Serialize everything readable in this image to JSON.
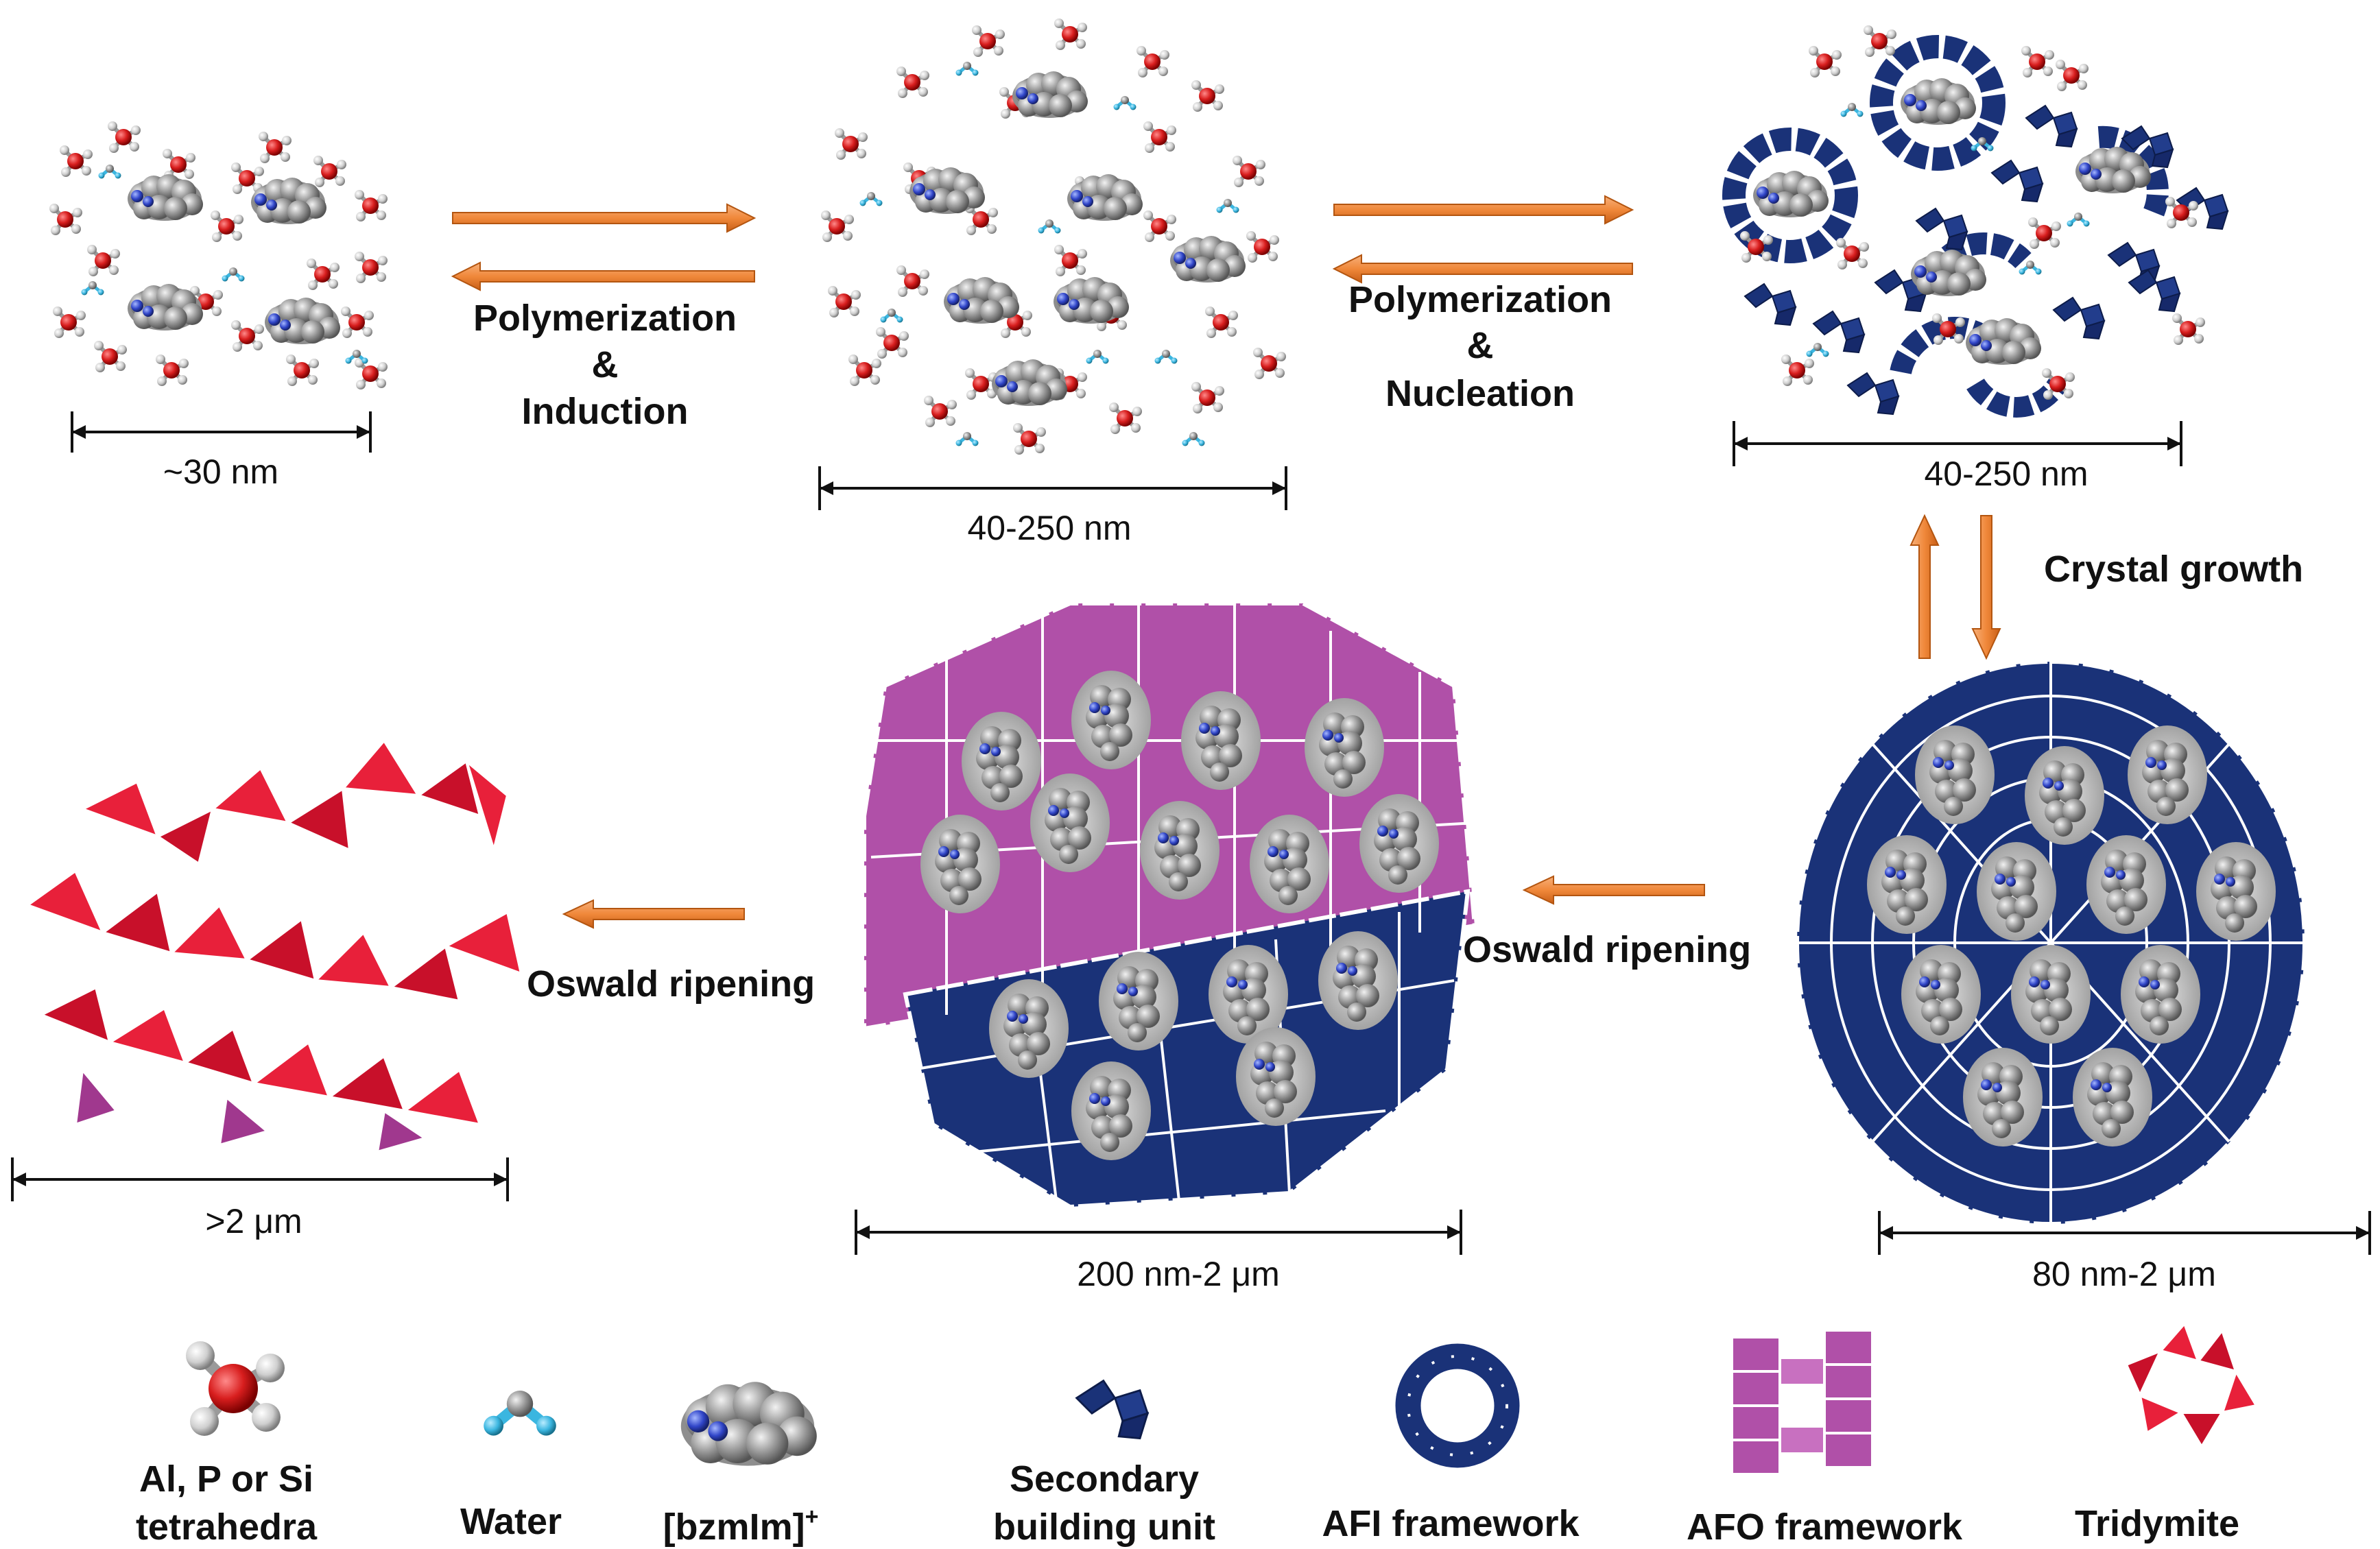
{
  "stages": {
    "s1": {
      "size": "~30 nm"
    },
    "s2": {
      "size": "40-250 nm"
    },
    "s3": {
      "size": "40-250 nm"
    },
    "s4": {
      "size": "80 nm-2 μm"
    },
    "s5": {
      "size": "200 nm-2 μm"
    },
    "s6": {
      "size": ">2 μm"
    }
  },
  "arrows": {
    "a1": {
      "line1": "Polymerization",
      "line2": "&",
      "line3": "Induction"
    },
    "a2": {
      "line1": "Polymerization",
      "line2": "&",
      "line3": "Nucleation"
    },
    "a3": {
      "label": "Crystal growth"
    },
    "a4": {
      "label": "Oswald ripening"
    },
    "a5": {
      "label": "Oswald ripening"
    }
  },
  "legend": {
    "tetrahedra": {
      "line1": "Al, P or Si",
      "line2": "tetrahedra"
    },
    "water": {
      "label": "Water"
    },
    "template": {
      "label": "[bzmIm]",
      "sup": "+"
    },
    "sbu": {
      "line1": "Secondary",
      "line2": "building unit"
    },
    "afi": {
      "label": "AFI framework"
    },
    "afo": {
      "label": "AFO framework"
    },
    "tridymite": {
      "label": "Tridymite"
    }
  },
  "colors": {
    "arrow": "#F0883A",
    "afi": "#1A3278",
    "afo": "#B050A8",
    "tridymite": "#E8203A",
    "oxygen": "#D81E1E",
    "hydrogen": "#CFCFCF",
    "water_h": "#3BB6E0",
    "template": "#9A9A9A"
  }
}
